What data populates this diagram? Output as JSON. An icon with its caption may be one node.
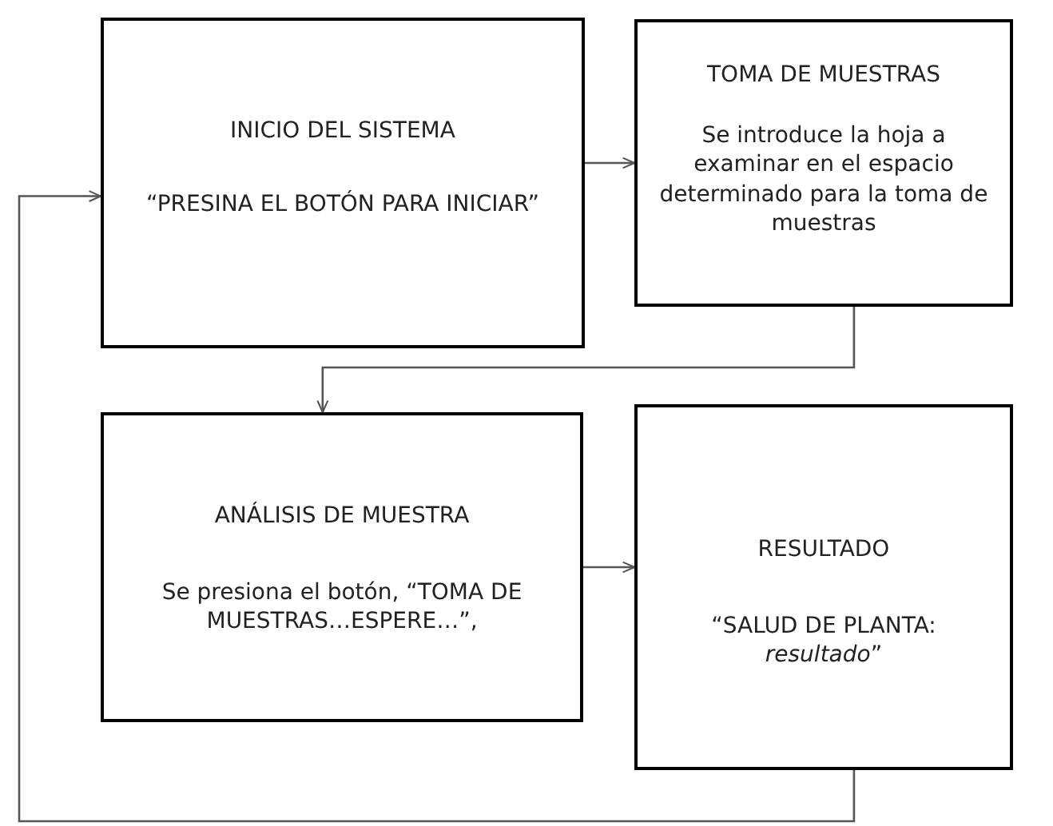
{
  "diagram": {
    "nodes": [
      {
        "text": [
          "INICIO DEL SISTEMA",
          "“PRESINA EL BOTÓN PARA INICIAR”"
        ]
      },
      {
        "text": [
          "TOMA DE MUESTRAS",
          "Se introduce la hoja a examinar en el espacio determinado para la toma de muestras"
        ]
      },
      {
        "text": [
          "ANÁLISIS DE MUESTRA",
          "Se presiona el botón, “TOMA DE MUESTRAS…ESPERE…”,"
        ]
      },
      {
        "text": [
          "RESULTADO",
          "“SALUD DE PLANTA: *resultado*”"
        ]
      }
    ],
    "edges": [
      {
        "from": 0,
        "to": 1,
        "arrow": "to"
      },
      {
        "from": 1,
        "to": 2,
        "arrow": "to"
      },
      {
        "from": 2,
        "to": 3,
        "arrow": "to"
      },
      {
        "from": 3,
        "to": 0,
        "arrow": "to"
      }
    ]
  }
}
